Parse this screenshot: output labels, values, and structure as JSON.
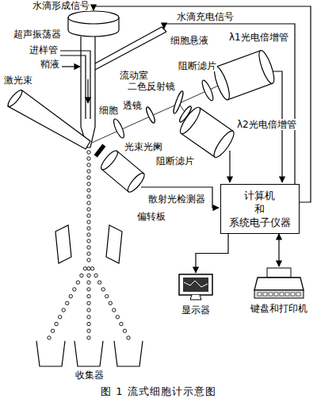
{
  "diagram": {
    "caption": "图 1 流式细胞计示意图",
    "nodes": [
      {
        "text": [
          "计算机 和 系统电子仪器"
        ]
      },
      {
        "text": [
          "显示器"
        ]
      },
      {
        "text": [
          "键盘和打印机"
        ]
      }
    ],
    "edges": [
      {
        "from": 0,
        "to": 1,
        "arrow": "to"
      },
      {
        "from": 0,
        "to": 2,
        "arrow": "both"
      }
    ],
    "labels": [
      "水滴形成信号",
      "水滴充电信号",
      "超声振荡器",
      "细胞悬液",
      "进样管",
      "鞘液",
      "流动室",
      "λ1光电倍增管",
      "二色反射镜",
      "阻断滤片",
      "激光束",
      "细胞",
      "透镜",
      "阻断滤片",
      "λ2光电倍增管",
      "光束光阑",
      "散射光检测器",
      "偏转板",
      "收集器"
    ]
  }
}
